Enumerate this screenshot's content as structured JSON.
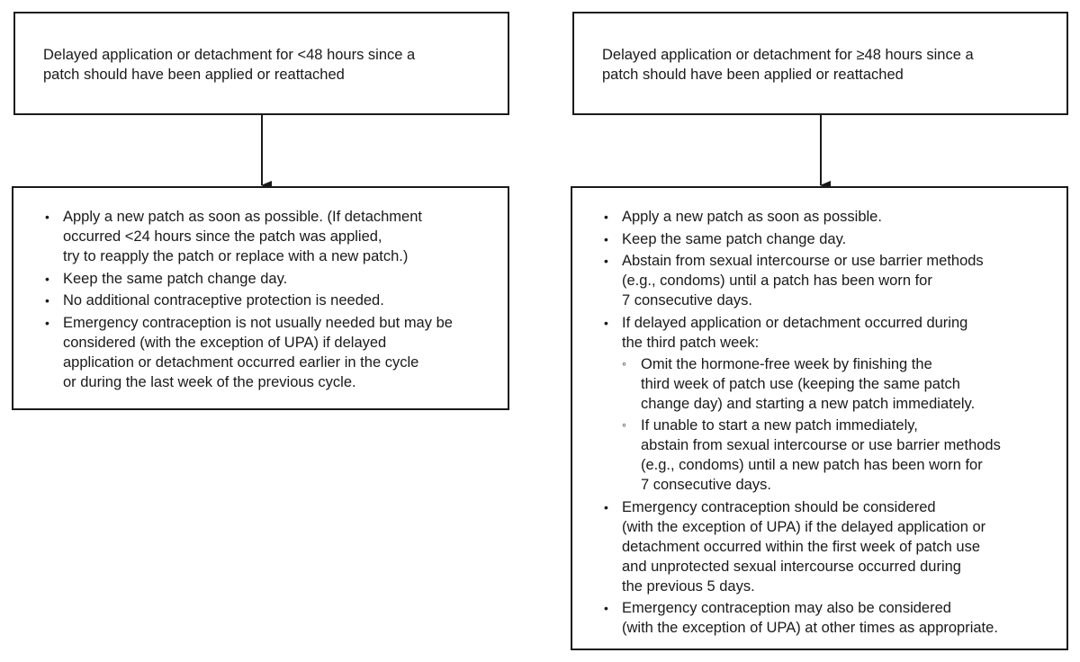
{
  "left": {
    "header_lines": [
      "Delayed application or detachment for <48 hours since a",
      "patch should have been applied or reattached"
    ],
    "bullets": [
      {
        "lines": [
          "Apply a new patch as soon as possible. (If detachment",
          "occurred <24 hours since the patch was applied,",
          "try to reapply the patch or replace with a new patch.)"
        ]
      },
      {
        "lines": [
          "Keep the same patch change day."
        ]
      },
      {
        "lines": [
          "No additional contraceptive protection is needed."
        ]
      },
      {
        "lines": [
          "Emergency contraception is not usually needed but may be",
          "considered (with the exception of UPA) if delayed",
          "application or detachment occurred earlier in the cycle",
          "or during the last week of the previous cycle."
        ]
      }
    ]
  },
  "right": {
    "header_lines": [
      "Delayed application or detachment for ≥48 hours since a",
      "patch should have been applied or reattached"
    ],
    "bullets": [
      {
        "lines": [
          "Apply a new patch as soon as possible."
        ]
      },
      {
        "lines": [
          "Keep the same patch change day."
        ]
      },
      {
        "lines": [
          "Abstain from sexual intercourse or use barrier methods",
          "(e.g., condoms) until a patch has been worn for",
          "7 consecutive days."
        ]
      },
      {
        "lines": [
          "If delayed application or detachment occurred during",
          "the third patch week:"
        ],
        "sub": [
          {
            "lines": [
              "Omit the hormone-free week by finishing the",
              "third week of patch use (keeping the same patch",
              "change day) and starting a new patch immediately."
            ]
          },
          {
            "lines": [
              "If unable to start a new patch immediately,",
              "abstain from sexual intercourse or use barrier methods",
              "(e.g., condoms) until a new patch has been worn for",
              "7 consecutive days."
            ]
          }
        ]
      },
      {
        "lines": [
          "Emergency contraception should be considered",
          "(with the exception of UPA) if the delayed application or",
          "detachment occurred within the first week of patch use",
          "and unprotected sexual intercourse occurred during",
          "the previous 5 days."
        ]
      },
      {
        "lines": [
          "Emergency contraception may also be considered",
          "(with the exception of UPA) at other times as appropriate."
        ]
      }
    ]
  }
}
